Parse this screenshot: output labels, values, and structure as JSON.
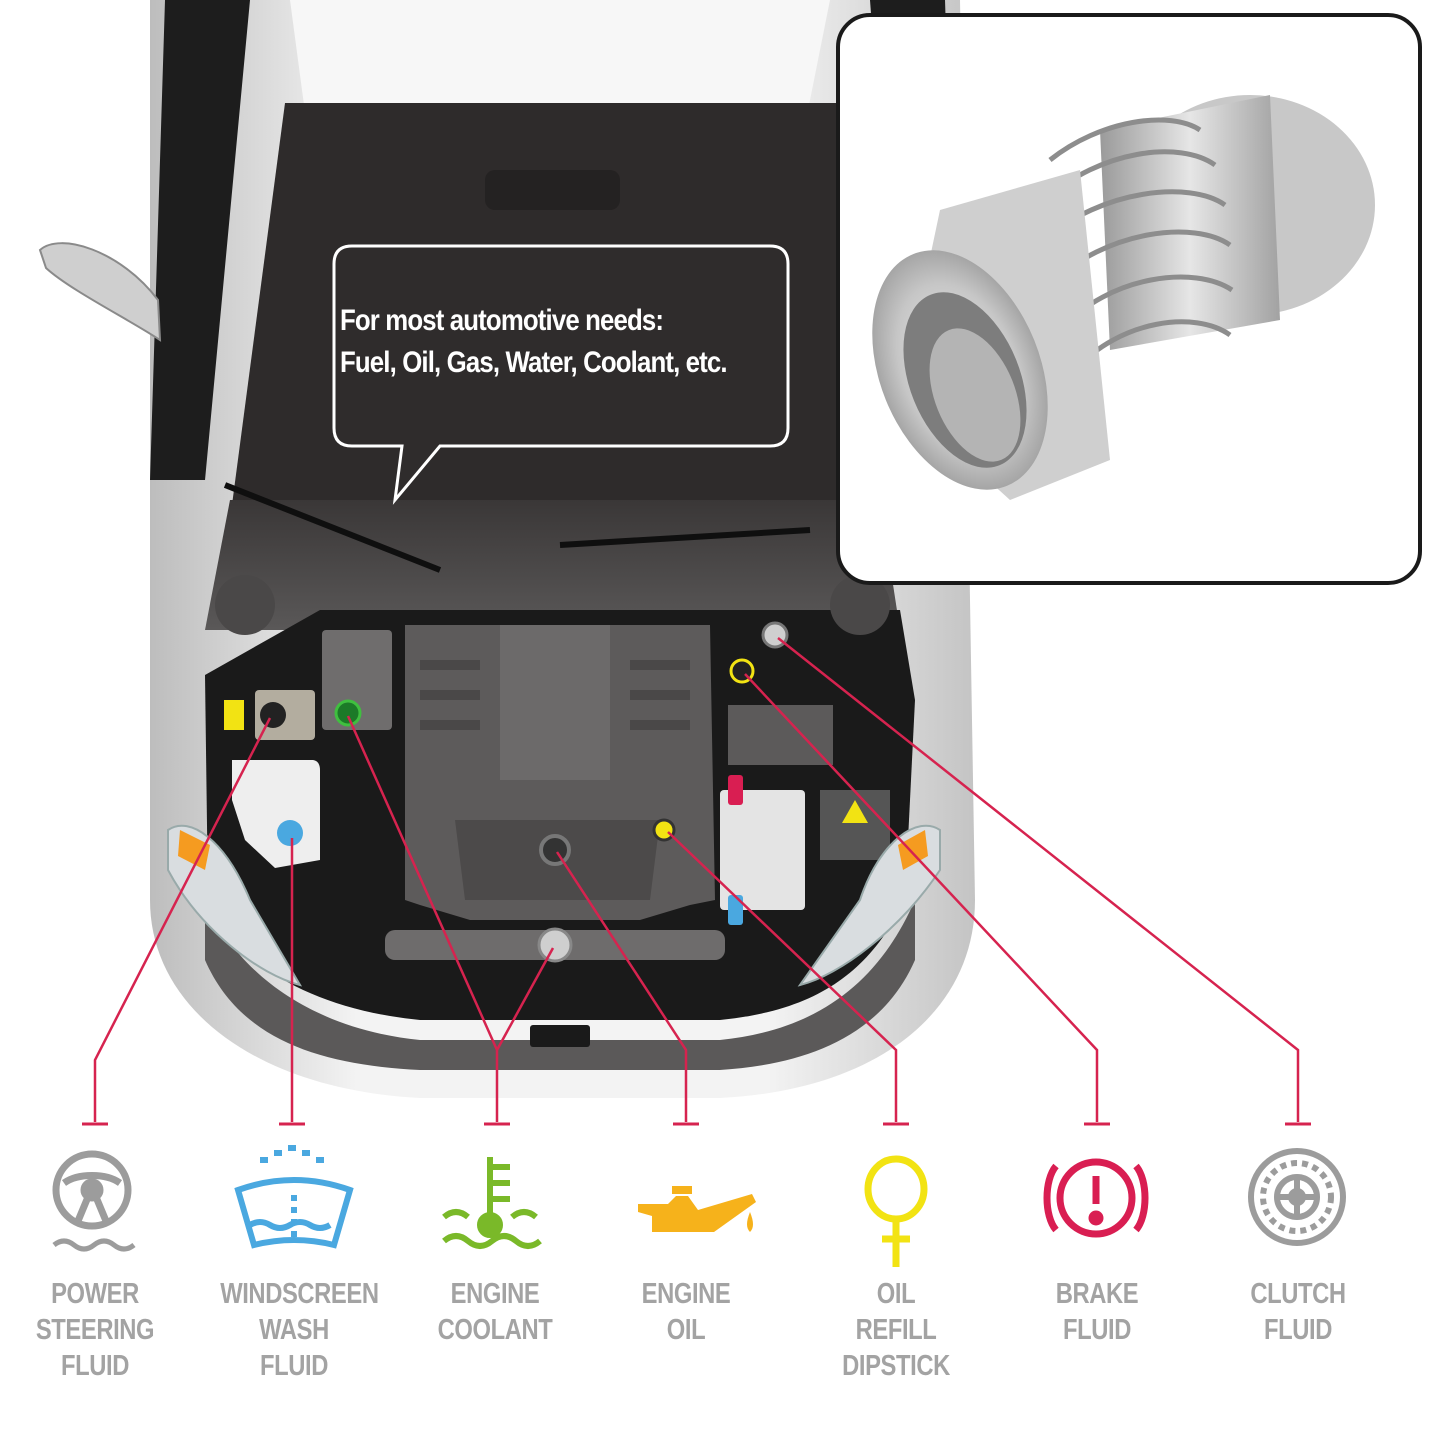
{
  "callout": {
    "line1": "For most automotive needs:",
    "line2": "Fuel, Oil, Gas, Water, Coolant, etc."
  },
  "fluids": [
    {
      "id": "power-steering",
      "icon": "steering-wheel-icon",
      "color": "#9c9c9c",
      "lines": [
        "POWER",
        "STEERING",
        "FLUID"
      ]
    },
    {
      "id": "windscreen-wash",
      "icon": "windscreen-wash-icon",
      "color": "#4aa8e0",
      "lines": [
        "WINDSCREEN",
        "WASH",
        "FLUID"
      ]
    },
    {
      "id": "engine-coolant",
      "icon": "coolant-thermometer-icon",
      "color": "#7ab929",
      "lines": [
        "ENGINE",
        "COOLANT"
      ]
    },
    {
      "id": "engine-oil",
      "icon": "oil-can-icon",
      "color": "#f6b21b",
      "lines": [
        "ENGINE",
        "OIL"
      ]
    },
    {
      "id": "oil-refill-dipstick",
      "icon": "dipstick-icon",
      "color": "#f2e313",
      "lines": [
        "OIL",
        "REFILL",
        "DIPSTICK"
      ]
    },
    {
      "id": "brake-fluid",
      "icon": "brake-warning-icon",
      "color": "#d91e52",
      "lines": [
        "BRAKE",
        "FLUID"
      ]
    },
    {
      "id": "clutch-fluid",
      "icon": "clutch-plate-icon",
      "color": "#9c9c9c",
      "lines": [
        "CLUTCH",
        "FLUID"
      ]
    }
  ],
  "colors": {
    "leader_line": "#d6234f",
    "label_text": "#a3a3a3",
    "callout_bg": "#2f2c2c",
    "engine_bay": "#1a1a1a",
    "car_body": "#e9e9e9"
  }
}
